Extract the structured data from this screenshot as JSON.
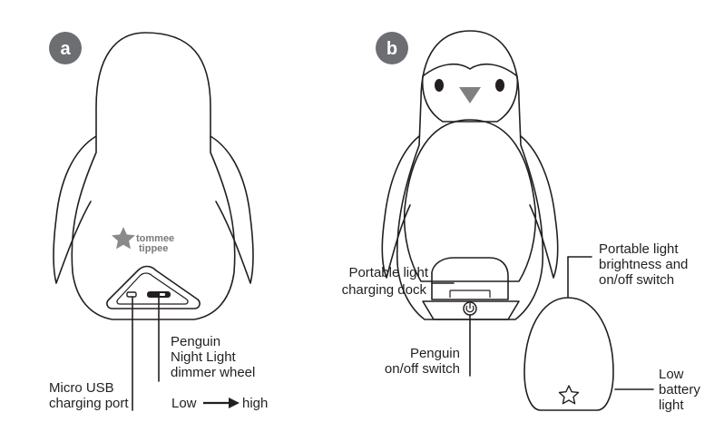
{
  "badges": {
    "a": "a",
    "b": "b"
  },
  "brand": {
    "line1": "tommee",
    "line2": "tippee"
  },
  "labels": {
    "micro_usb_1": "Micro USB",
    "micro_usb_2": "charging port",
    "penguin_1": "Penguin",
    "penguin_2": "Night Light",
    "penguin_3": "dimmer wheel",
    "low": "Low",
    "high": "high",
    "dock_1": "Portable light",
    "dock_2": "charging dock",
    "switch_1": "Penguin",
    "switch_2": "on/off switch",
    "portable_1": "Portable light",
    "portable_2": "brightness and",
    "portable_3": "on/off switch",
    "battery_1": "Low",
    "battery_2": "battery",
    "battery_3": "light"
  },
  "colors": {
    "line": "#231f20",
    "badge": "#6d6e71",
    "beak": "#808080",
    "star": "#8a8a8a"
  }
}
